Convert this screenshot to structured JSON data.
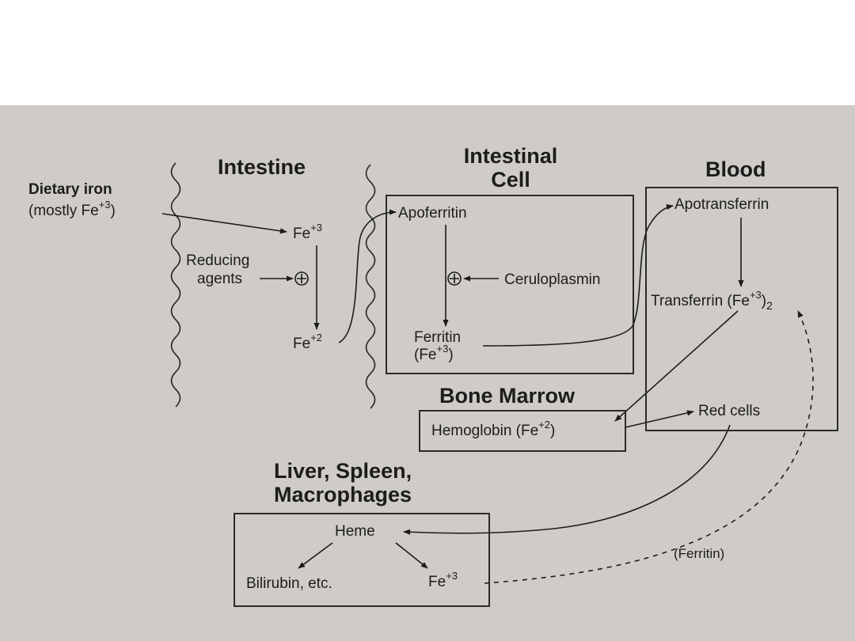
{
  "headings": {
    "intestine": "Intestine",
    "intestinal_cell_1": "Intestinal",
    "intestinal_cell_2": "Cell",
    "blood": "Blood",
    "bone_marrow": "Bone Marrow",
    "liver_1": "Liver, Spleen,",
    "liver_2": "Macrophages"
  },
  "labels": {
    "dietary_iron": "Dietary iron",
    "mostly_pre": "(mostly Fe",
    "mostly_sup": "+3",
    "mostly_post": ")",
    "fe_base": "Fe",
    "plus3": "+3",
    "plus2": "+2",
    "reducing": "Reducing",
    "agents": "agents",
    "apoferritin": "Apoferritin",
    "ceruloplasmin": "Ceruloplasmin",
    "ferritin": "Ferritin",
    "fe3_paren_pre": "(Fe",
    "paren_close": ")",
    "apotransferrin": "Apotransferrin",
    "transferrin_pre": "Transferrin (Fe",
    "transferrin_post": ")",
    "subscript_2": "2",
    "hemoglobin_pre": "Hemoglobin (Fe",
    "red_cells": "Red cells",
    "heme": "Heme",
    "bilirubin": "Bilirubin, etc.",
    "ferritin_paren": "(Ferritin)"
  },
  "colors": {
    "panel": "#cfccc7",
    "ink": "#1c1c1c",
    "page": "#ffffff"
  }
}
